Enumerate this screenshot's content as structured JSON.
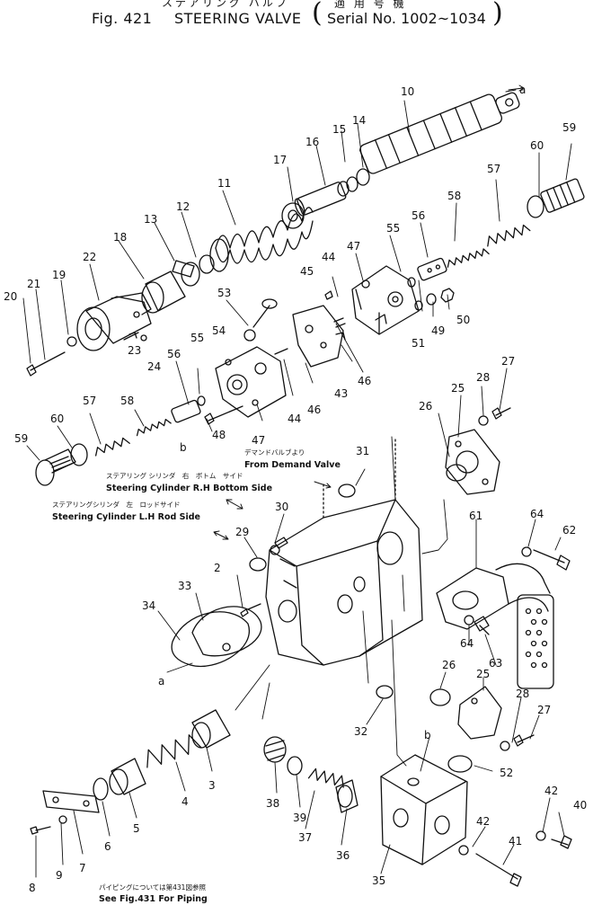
{
  "header": {
    "japanese_title": "ステアリング バルブ",
    "figure_number": "Fig. 421",
    "title": "STEERING VALVE",
    "applicable_label": "適 用 号 機",
    "serial": "Serial No. 1002~1034"
  },
  "notes": {
    "demand_valve_jp": "デマンドバルブより",
    "demand_valve": "From Demand Valve",
    "rh_bottom_jp": "ステアリング シリンダ　右　ボトム　サイド",
    "rh_bottom": "Steering Cylinder R.H Bottom Side",
    "lh_rod_jp": "ステアリングシリンダ　左　ロッドサイド",
    "lh_rod": "Steering Cylinder L.H Rod Side",
    "piping_jp": "パイピングについては第431図参照",
    "piping": "See Fig.431 For Piping"
  },
  "callouts": {
    "n10": "10",
    "n59a": "59",
    "n60a": "60",
    "n57a": "57",
    "n58a": "58",
    "n56a": "56",
    "n55a": "55",
    "n47a": "47",
    "n44a": "44",
    "n45": "45",
    "n51": "51",
    "n49": "49",
    "n50": "50",
    "n17": "17",
    "n16": "16",
    "n15": "15",
    "n14": "14",
    "n11": "11",
    "n12": "12",
    "n13": "13",
    "n18": "18",
    "n22": "22",
    "n19": "19",
    "n21": "21",
    "n20": "20",
    "n23": "23",
    "n24": "24",
    "n53": "53",
    "n54": "54",
    "n55b": "55",
    "n56b": "56",
    "n57b": "57",
    "n58b": "58",
    "n60b": "60",
    "n59b": "59",
    "n48": "48",
    "n47b": "47",
    "n44b": "44",
    "n46a": "46",
    "n43": "43",
    "n46b": "46",
    "n31": "31",
    "n26a": "26",
    "n25a": "25",
    "n28a": "28",
    "n27a": "27",
    "n30": "30",
    "n29": "29",
    "n61": "61",
    "n64a": "64",
    "n62": "62",
    "n2": "2",
    "n33": "33",
    "n34": "34",
    "n64b": "64",
    "n63": "63",
    "n26b": "26",
    "n25b": "25",
    "n28b": "28",
    "n27b": "27",
    "n32": "32",
    "n3": "3",
    "n4": "4",
    "n5": "5",
    "n6": "6",
    "n7": "7",
    "n8": "8",
    "n9": "9",
    "n38": "38",
    "n39": "39",
    "n37": "37",
    "n36": "36",
    "n52": "52",
    "n42a": "42",
    "n40": "40",
    "n42b": "42",
    "n41": "41",
    "n35": "35",
    "a1": "a",
    "a2": "a",
    "b1": "b",
    "b2": "b"
  }
}
